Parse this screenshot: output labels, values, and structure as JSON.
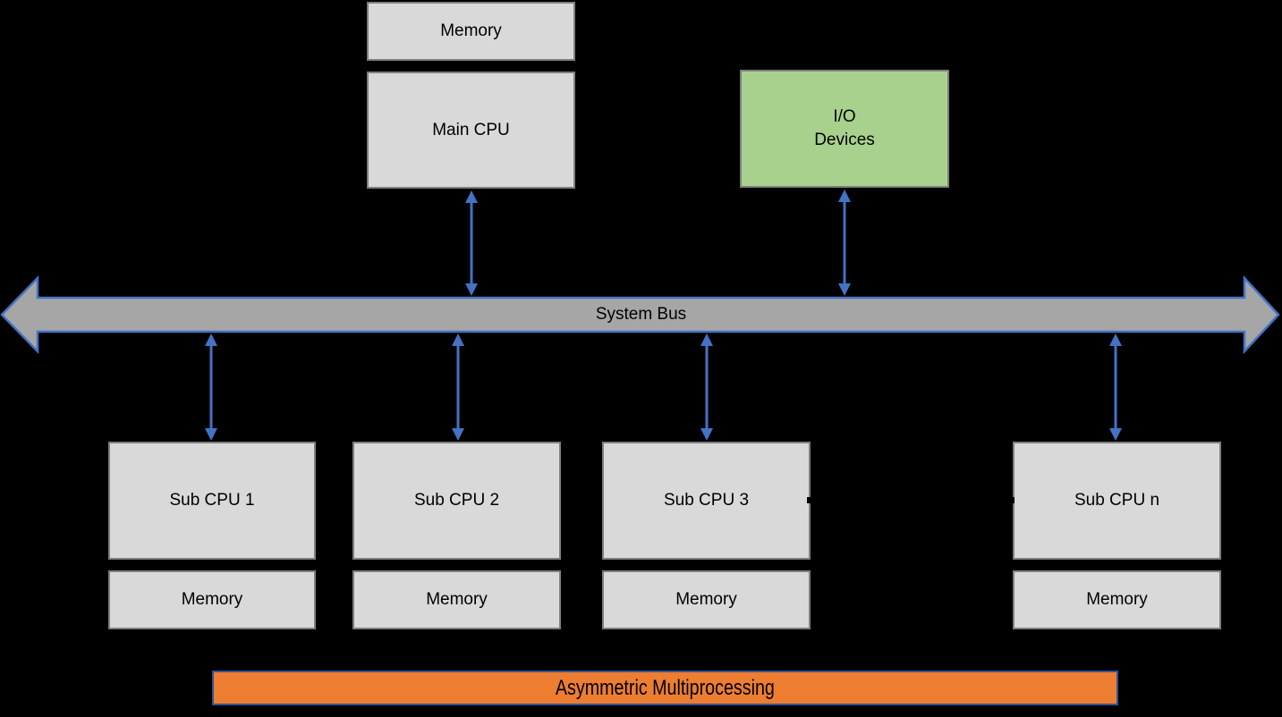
{
  "diagram": {
    "banner_label": "Asymmetric Multiprocessing",
    "bus_label": "System Bus",
    "top_group": {
      "memory_label": "Memory",
      "main_cpu_label": "Main CPU"
    },
    "io_box": {
      "line1": "I/O",
      "line2": "Devices"
    },
    "sub_cpus": [
      {
        "cpu_label": "Sub CPU 1",
        "memory_label": "Memory"
      },
      {
        "cpu_label": "Sub CPU 2",
        "memory_label": "Memory"
      },
      {
        "cpu_label": "Sub CPU 3",
        "memory_label": "Memory"
      },
      {
        "cpu_label": "Sub CPU n",
        "memory_label": "Memory"
      }
    ],
    "colors": {
      "background": "#000000",
      "box_fill": "#D9D9D9",
      "box_border": "#7F7F7F",
      "io_fill": "#A9D18E",
      "bus_fill": "#A6A6A6",
      "connector_blue": "#4472C4",
      "banner_fill": "#ED7D31",
      "banner_border": "#2F5496",
      "text": "#000000"
    }
  }
}
